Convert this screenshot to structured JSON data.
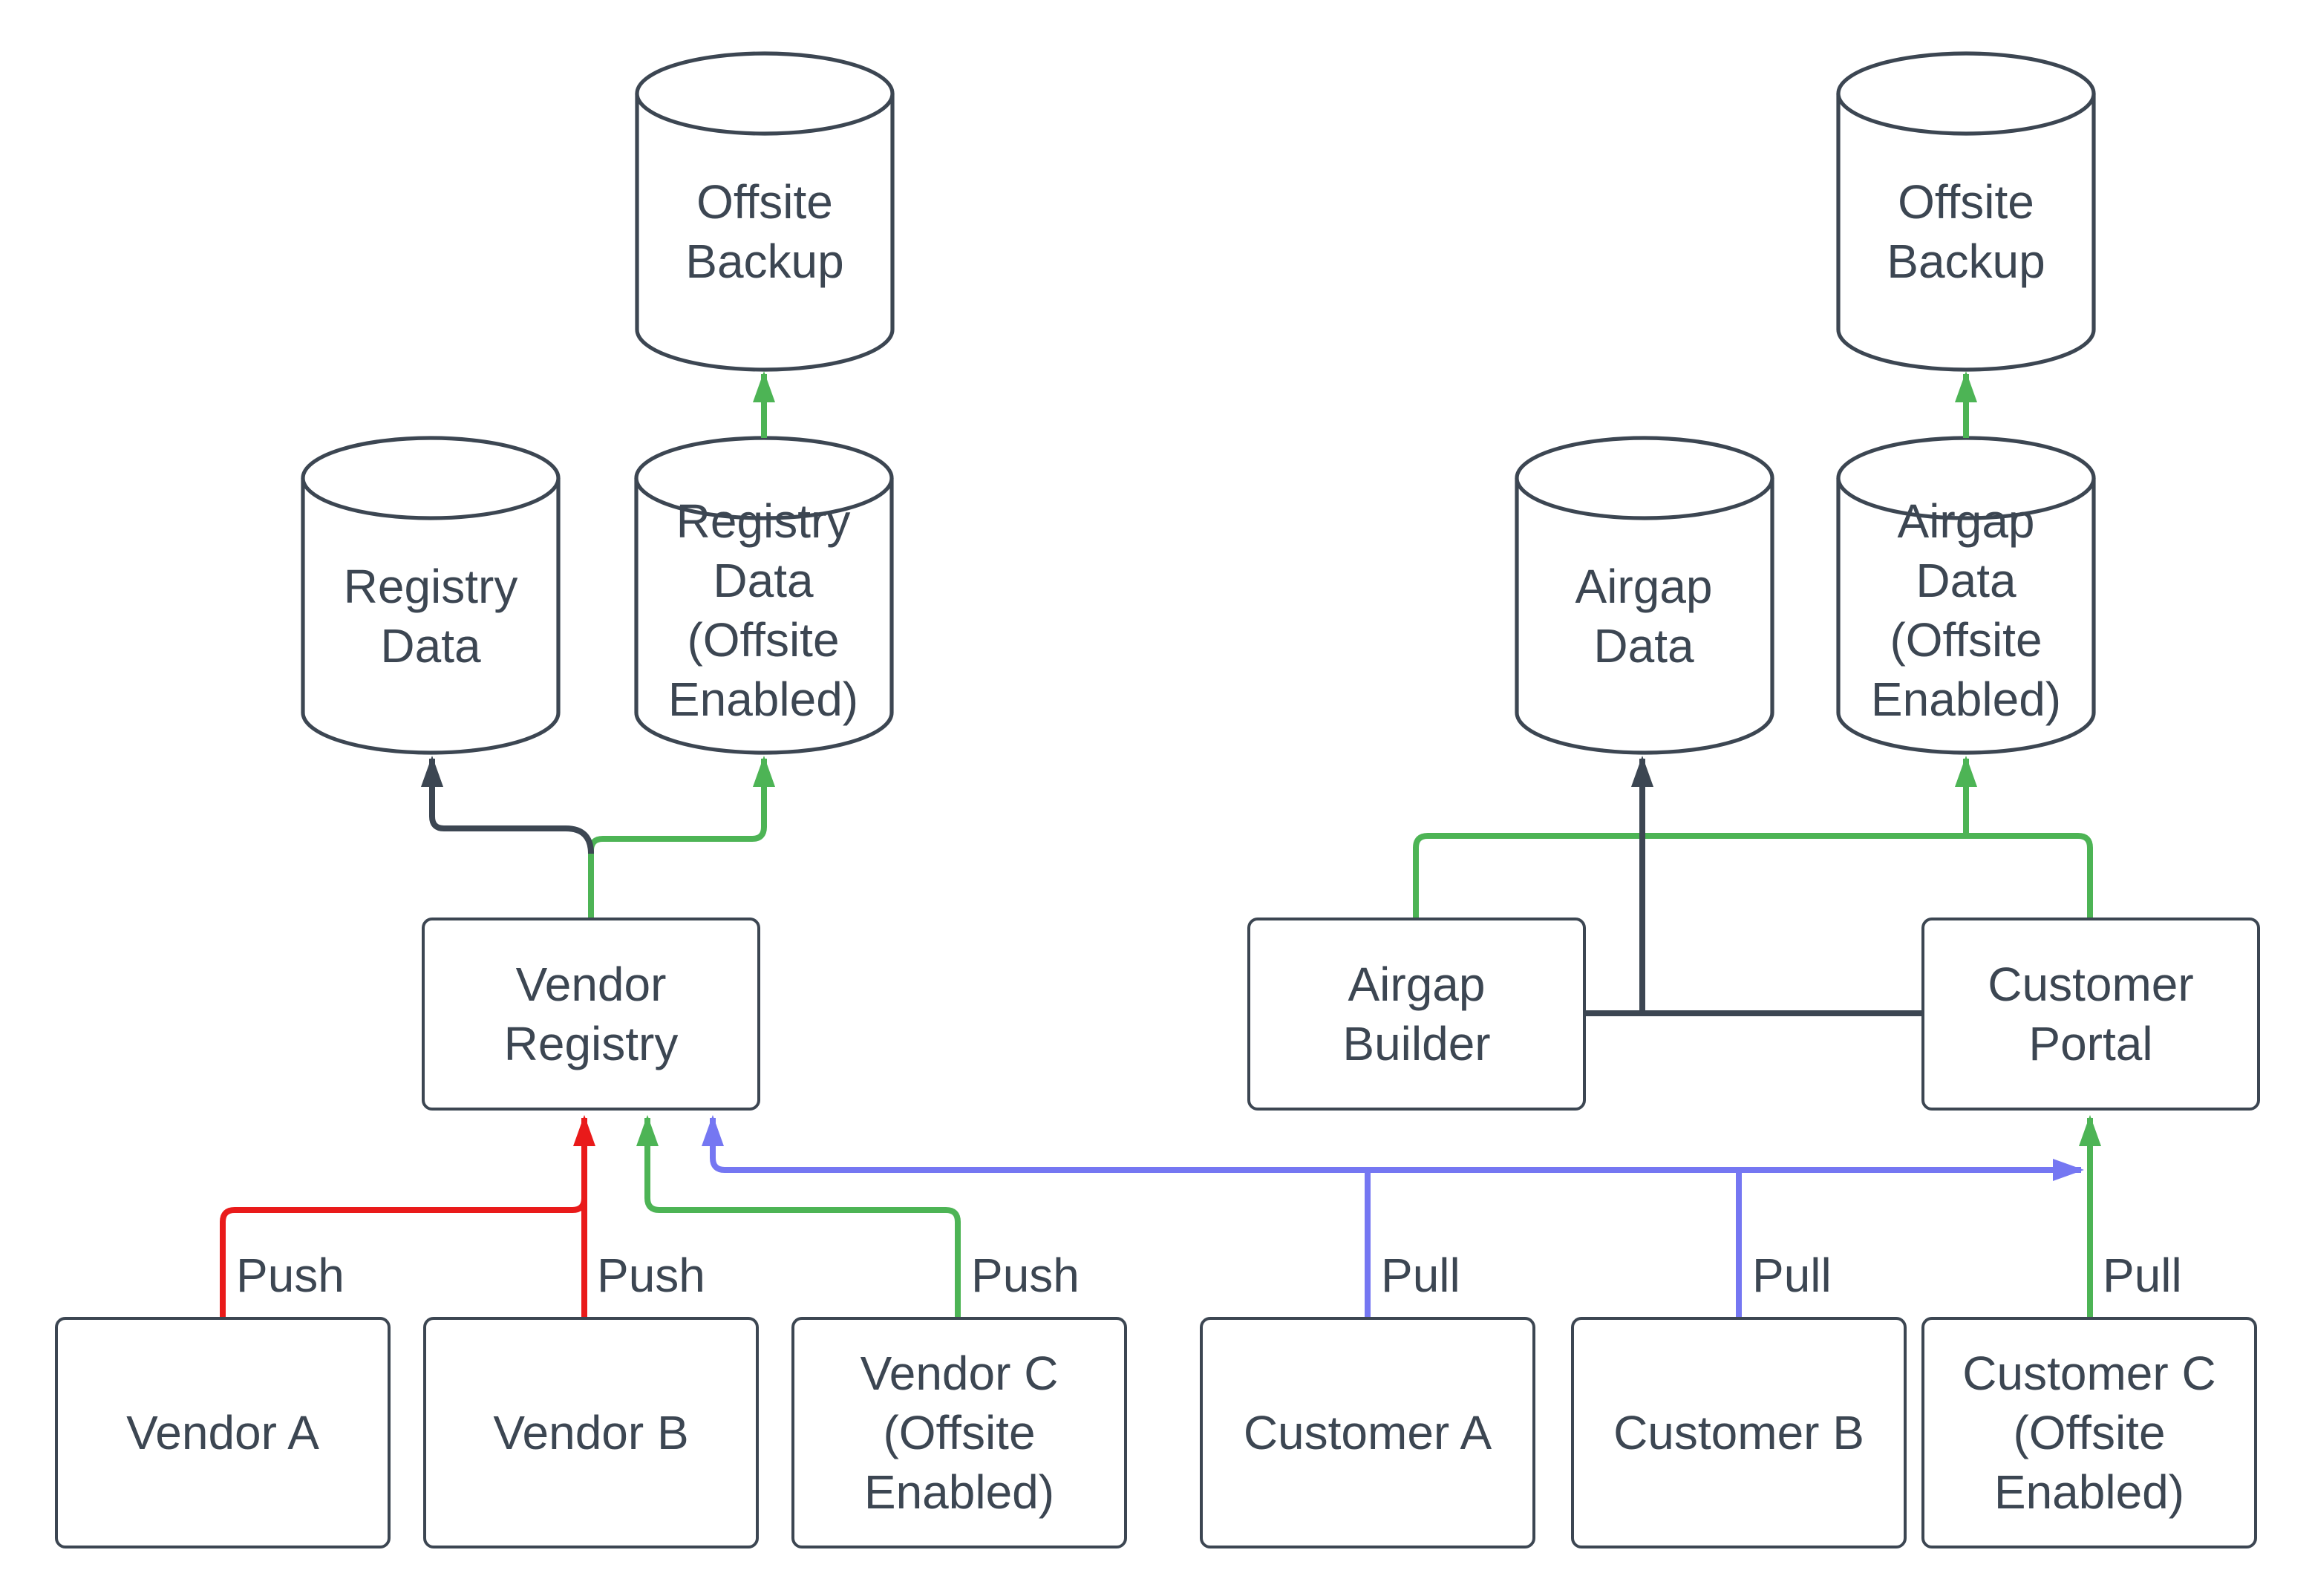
{
  "palette": {
    "stroke_dark": "#3c4652",
    "green": "#4db455",
    "red": "#e91a1a",
    "blue": "#7577f2",
    "canvas": "#ffffff"
  },
  "storage": {
    "offsite_backup_left": "Offsite\nBackup",
    "registry_data": "Registry\nData",
    "registry_data_offsite": "Registry\nData\n(Offsite\nEnabled)",
    "airgap_data": "Airgap\nData",
    "airgap_data_offsite": "Airgap\nData\n(Offsite\nEnabled)",
    "offsite_backup_right": "Offsite\nBackup"
  },
  "services": {
    "vendor_registry": "Vendor\nRegistry",
    "airgap_builder": "Airgap\nBuilder",
    "customer_portal": "Customer\nPortal"
  },
  "actors": {
    "vendor_a": "Vendor A",
    "vendor_b": "Vendor B",
    "vendor_c": "Vendor C\n(Offsite\nEnabled)",
    "customer_a": "Customer A",
    "customer_b": "Customer B",
    "customer_c": "Customer C\n(Offsite\nEnabled)"
  },
  "edge_labels": {
    "push_vendor_a": "Push",
    "push_vendor_b": "Push",
    "push_vendor_c": "Push",
    "pull_customer_a": "Pull",
    "pull_customer_b": "Pull",
    "pull_customer_c": "Pull"
  }
}
